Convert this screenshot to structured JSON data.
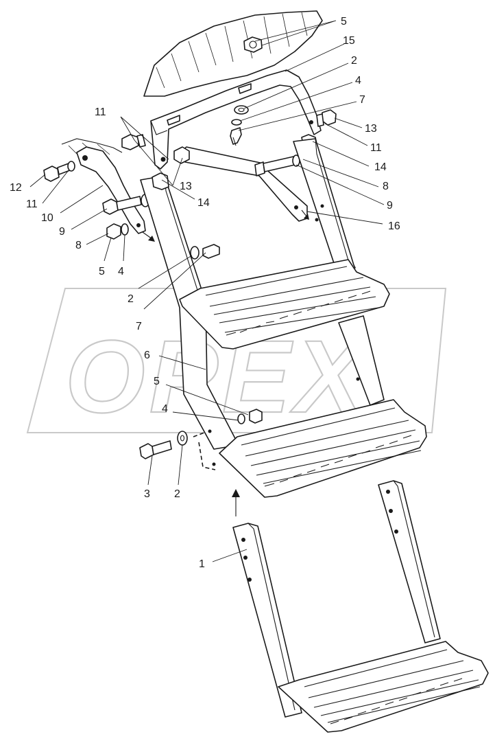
{
  "watermark": "OPEX",
  "callouts": [
    {
      "id": "c-5-top",
      "text": "5"
    },
    {
      "id": "c-15",
      "text": "15"
    },
    {
      "id": "c-2-top",
      "text": "2"
    },
    {
      "id": "c-4-top",
      "text": "4"
    },
    {
      "id": "c-7-top",
      "text": "7"
    },
    {
      "id": "c-13-right",
      "text": "13"
    },
    {
      "id": "c-11-right",
      "text": "11"
    },
    {
      "id": "c-14-right",
      "text": "14"
    },
    {
      "id": "c-8-right",
      "text": "8"
    },
    {
      "id": "c-9-right",
      "text": "9"
    },
    {
      "id": "c-16",
      "text": "16"
    },
    {
      "id": "c-11-top-left",
      "text": "11"
    },
    {
      "id": "c-13-left",
      "text": "13"
    },
    {
      "id": "c-14-left",
      "text": "14"
    },
    {
      "id": "c-12",
      "text": "12"
    },
    {
      "id": "c-11-left",
      "text": "11"
    },
    {
      "id": "c-10",
      "text": "10"
    },
    {
      "id": "c-9-left",
      "text": "9"
    },
    {
      "id": "c-8-left",
      "text": "8"
    },
    {
      "id": "c-5-left",
      "text": "5"
    },
    {
      "id": "c-4-left",
      "text": "4"
    },
    {
      "id": "c-2-mid",
      "text": "2"
    },
    {
      "id": "c-7-mid",
      "text": "7"
    },
    {
      "id": "c-6",
      "text": "6"
    },
    {
      "id": "c-5-mid",
      "text": "5"
    },
    {
      "id": "c-4-mid",
      "text": "4"
    },
    {
      "id": "c-3",
      "text": "3"
    },
    {
      "id": "c-2-bottom",
      "text": "2"
    },
    {
      "id": "c-1",
      "text": "1"
    }
  ]
}
